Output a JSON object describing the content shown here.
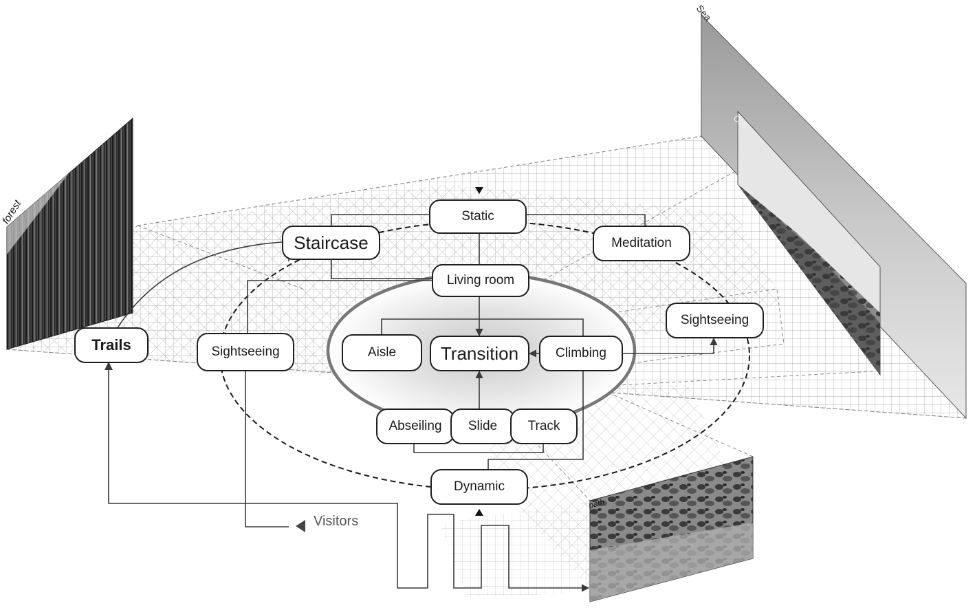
{
  "nodes": {
    "static": "Static",
    "staircase": "Staircase",
    "meditation": "Meditation",
    "living_room": "Living room",
    "sightseeing_right": "Sightseeing",
    "trails": "Trails",
    "sightseeing_left": "Sightseeing",
    "aisle": "Aisle",
    "transition": "Transition",
    "climbing": "Climbing",
    "abseiling": "Abseiling",
    "slide": "Slide",
    "track": "Track",
    "dynamic": "Dynamic"
  },
  "visitors_label": "Visitors",
  "panels": {
    "forest": "forest",
    "sea": "Sea",
    "cliff": "Cliff",
    "path": "path"
  },
  "colors": {
    "line": "#3a3a3a",
    "grid": "#9a9a9a",
    "node_border": "#1e1e1e"
  }
}
